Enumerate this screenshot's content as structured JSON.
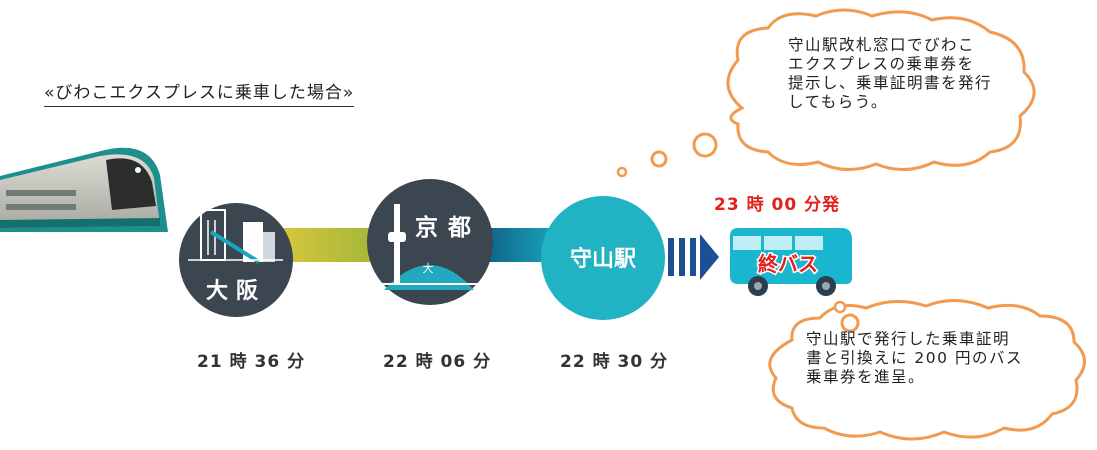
{
  "heading": "«びわこエクスプレスに乗車した場合»",
  "stations": [
    {
      "name": "大阪",
      "time": "21 時 36 分"
    },
    {
      "name": "京都",
      "sub": "大",
      "time": "22 時 06 分"
    },
    {
      "name": "守山駅",
      "time": "22 時 30 分"
    }
  ],
  "bus": {
    "label": "終バス",
    "departure": "23 時 00 分発"
  },
  "bubble_top": "守山駅改札窓口でびわこ\nエクスプレスの乗車券を\n提示し、乗車証明書を発行\nしてもらう。",
  "bubble_bottom": "守山駅で発行した乗車証明\n書と引換えに 200 円のバス\n乗車券を進呈。",
  "colors": {
    "dark_circle": "#3c4650",
    "moriyama": "#21b2c3",
    "bus": "#1ab6cf",
    "bubble_stroke": "#f29a4f",
    "accent_red": "#e3201b",
    "arrow": "#1d4f92"
  }
}
